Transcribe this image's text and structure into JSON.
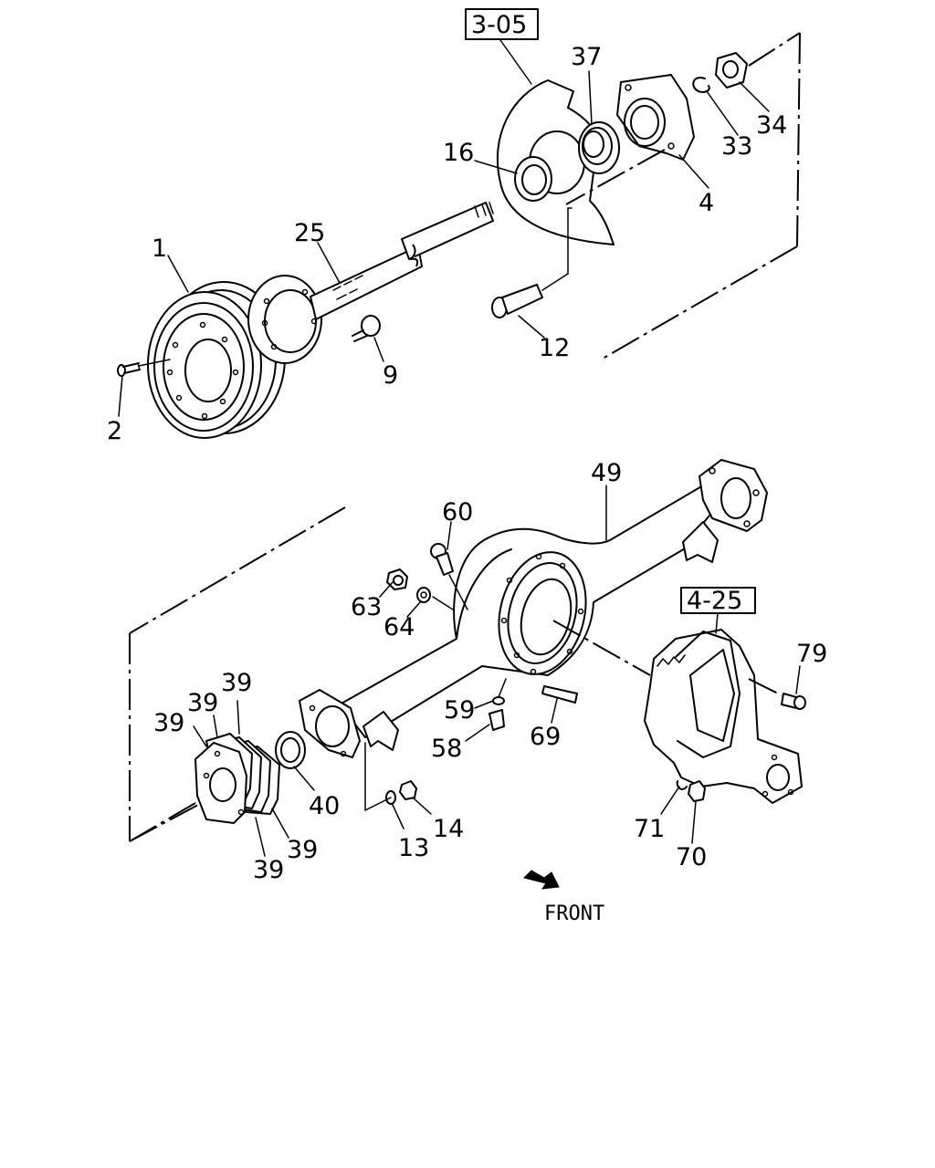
{
  "references": {
    "top": "3-05",
    "bottom": "4-25"
  },
  "direction": "FRONT",
  "callouts": {
    "c1": "1",
    "c2": "2",
    "c4": "4",
    "c9": "9",
    "c12": "12",
    "c16": "16",
    "c25": "25",
    "c33": "33",
    "c34": "34",
    "c37": "37",
    "c13": "13",
    "c14": "14",
    "c39a": "39",
    "c39b": "39",
    "c39c": "39",
    "c39d": "39",
    "c39e": "39",
    "c40": "40",
    "c49": "49",
    "c58": "58",
    "c59": "59",
    "c60": "60",
    "c63": "63",
    "c64": "64",
    "c69": "69",
    "c70": "70",
    "c71": "71",
    "c79": "79"
  }
}
